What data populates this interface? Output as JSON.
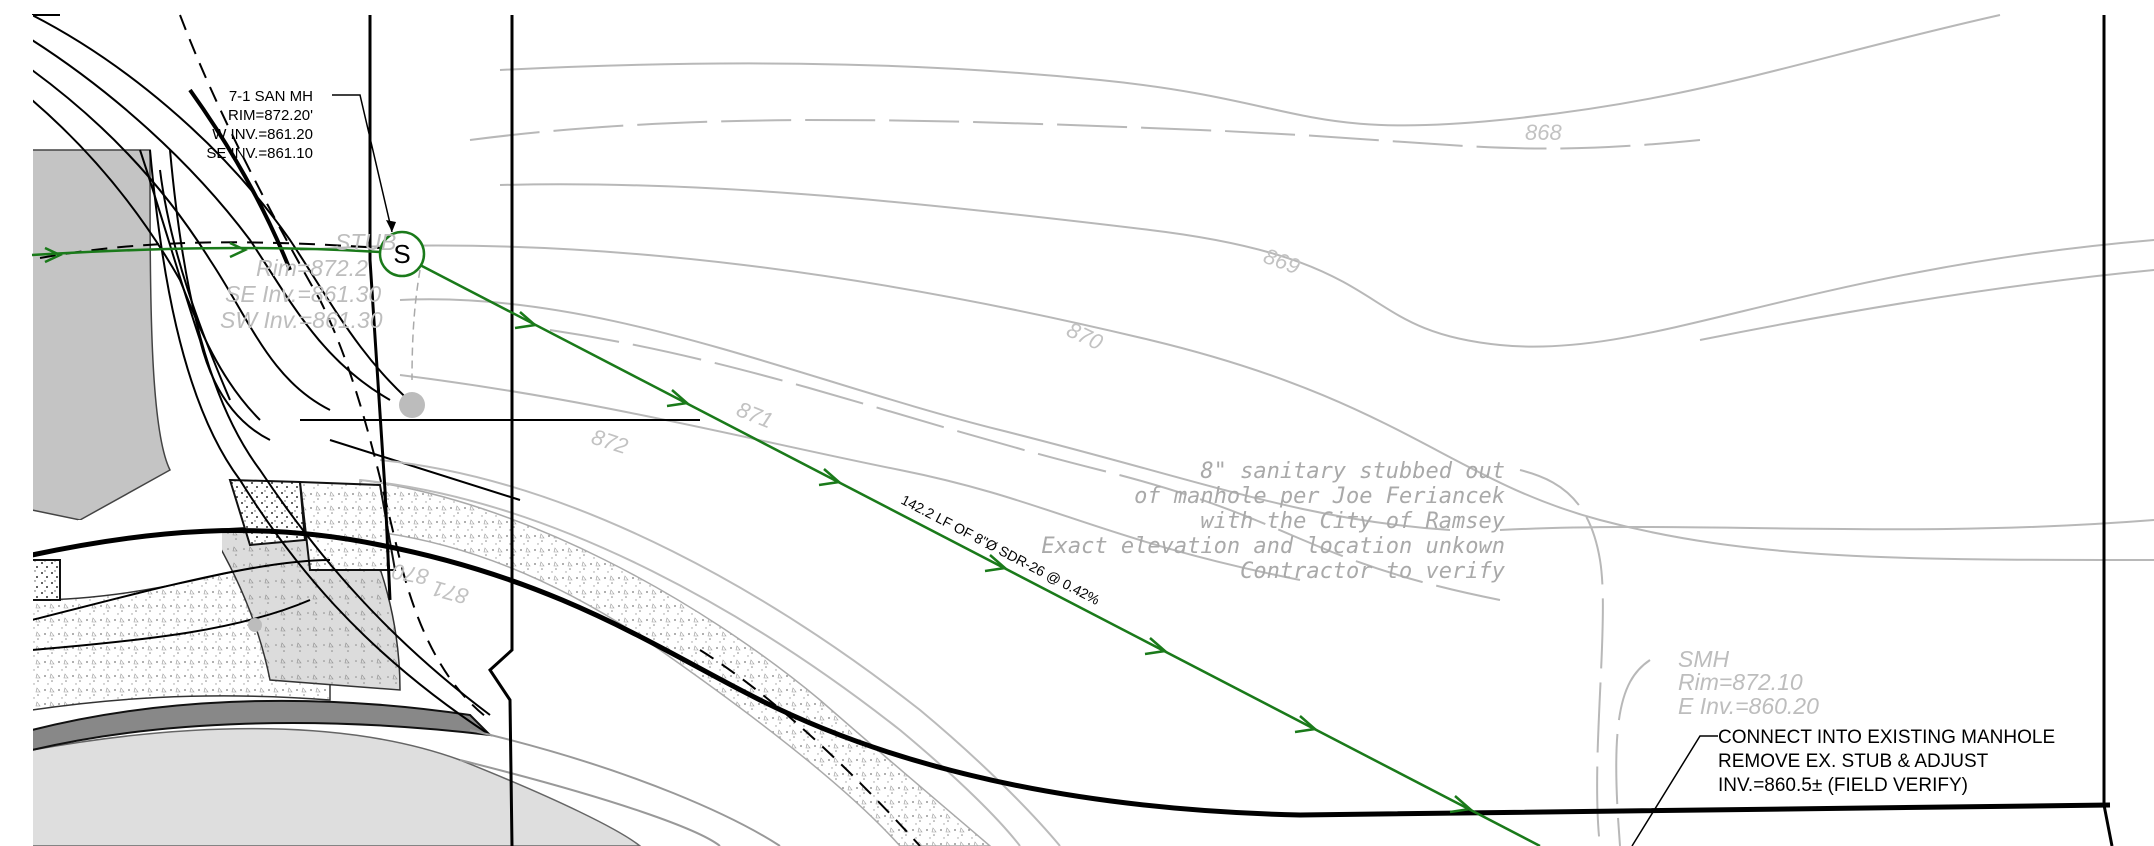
{
  "contour_labels": [
    "868",
    "869",
    "870",
    "871",
    "872",
    "870",
    "871"
  ],
  "existing_stub": {
    "label": "STUB",
    "rim": "Rim=872.2",
    "se_inv": "SE Inv.=861.30",
    "sw_inv": "SW Inv.=861.30"
  },
  "proposed_manhole": {
    "symbol": "S",
    "name": "7-1 SAN MH",
    "rim": "RIM=872.20'",
    "w_inv": "W INV.=861.20",
    "se_inv": "SE INV.=861.10"
  },
  "pipe_label": "142.2 LF OF 8\"Ø SDR-26 @ 0.42%",
  "sanitary_note": [
    "8\" sanitary stubbed out",
    "of manhole per Joe Feriancek",
    "with the City of Ramsey",
    "Exact elevation and location unkown",
    "Contractor to verify"
  ],
  "existing_smh": {
    "label": "SMH",
    "rim": "Rim=872.10",
    "e_inv": "E Inv.=860.20"
  },
  "connect_note": [
    "CONNECT INTO EXISTING MANHOLE",
    "REMOVE EX. STUB & ADJUST",
    "INV.=860.5± (FIELD VERIFY)"
  ],
  "colors": {
    "sanitary_pipe": "#1a7a1a",
    "existing_contour": "#b8b8b8",
    "linework": "#000000",
    "paving": "#c8c8c8"
  }
}
